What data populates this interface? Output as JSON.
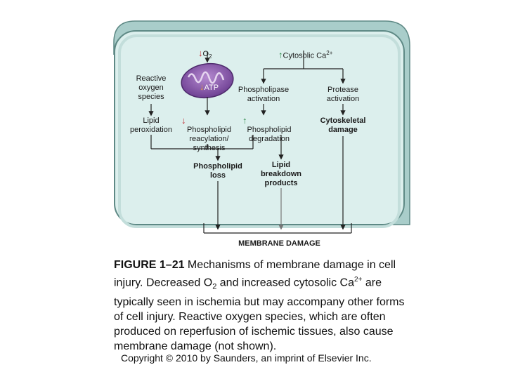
{
  "diagram": {
    "o2": "O",
    "o2_sub": "2",
    "cytosolic_ca": "Cytosolic Ca",
    "ca_sup": "2+",
    "atp": "ATP",
    "reactive_oxygen_species": "Reactive\noxygen\nspecies",
    "phospholipase_activation": "Phospholipase\nactivation",
    "protease_activation": "Protease\nactivation",
    "lipid_peroxidation": "Lipid\nperoxidation",
    "phospholipid_reacylation": "Phospholipid\nreacylation/\nsynthesis",
    "phospholipid_degradation": "Phospholipid\ndegradation",
    "cytoskeletal_damage": "Cytoskeletal\ndamage",
    "phospholipid_loss": "Phospholipid\nloss",
    "lipid_breakdown_products": "Lipid\nbreakdown\nproducts",
    "membrane_damage": "MEMBRANE DAMAGE",
    "colors": {
      "cell_fill": "#dcefed",
      "cell_outer": "#a9cdca",
      "cell_stroke": "#5e8985",
      "mito_fill": "#8e60b0",
      "down_arrow": "#c0282d",
      "up_arrow": "#2c8a49"
    }
  },
  "caption": {
    "figure_label": "FIGURE 1–21",
    "line1": " Mechanisms of membrane damage in cell injury. Decreased O",
    "o2_sub": "2",
    "line2": " and increased cytosolic Ca",
    "ca_sup": "2+",
    "line3": " are typically seen in ischemia but may accompany other forms of cell injury. Reactive oxygen species, which are often produced on reperfusion of ischemic tissues, also cause membrane damage (not shown)."
  },
  "copyright": "Copyright © 2010 by Saunders, an imprint of Elsevier Inc."
}
